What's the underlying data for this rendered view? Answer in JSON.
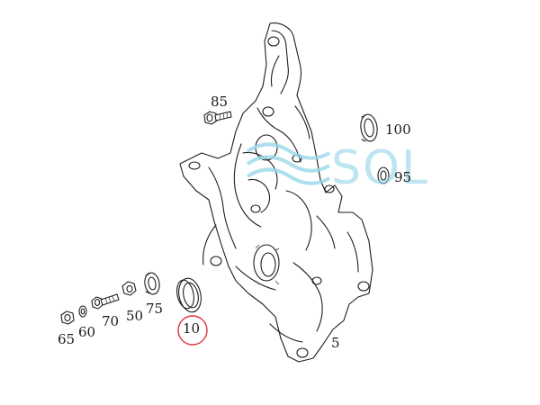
{
  "diagram": {
    "labels": {
      "p5": "5",
      "p10": "10",
      "p50": "50",
      "p60": "60",
      "p65": "65",
      "p70": "70",
      "p75": "75",
      "p85": "85",
      "p95": "95",
      "p100": "100"
    },
    "watermark": {
      "text": "SOL",
      "color": "#8fd3e8"
    },
    "highlight": {
      "part": "10",
      "color": "#e0303a"
    }
  }
}
